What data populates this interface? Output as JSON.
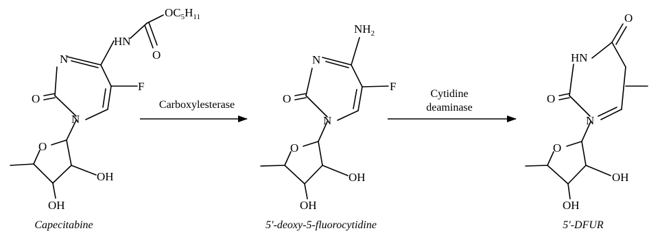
{
  "molecules": [
    {
      "name": "Capecitabine",
      "atoms": {
        "carbamate_o_group": "OC",
        "carbamate_o_sub1": "5",
        "carbamate_o_mid": "H",
        "carbamate_o_sub2": "11",
        "nh": "HN",
        "carbonyl_o": "O",
        "n3": "N",
        "o2": "O",
        "f": "F",
        "n1": "N",
        "ring_o": "O",
        "oh1": "OH",
        "oh2": "OH"
      }
    },
    {
      "name": "5'-deoxy-5-fluorocytidine",
      "atoms": {
        "nh2": "NH",
        "nh2_sub": "2",
        "n3": "N",
        "o2": "O",
        "f": "F",
        "n1": "N",
        "ring_o": "O",
        "oh1": "OH",
        "oh2": "OH"
      }
    },
    {
      "name": "5'-DFUR",
      "atoms": {
        "o4": "O",
        "hn": "HN",
        "o2": "O",
        "n1": "N",
        "ring_o": "O",
        "oh1": "OH",
        "oh2": "OH"
      }
    }
  ],
  "reactions": [
    {
      "enzyme_line1": "Carboxylesterase",
      "enzyme_line2": ""
    },
    {
      "enzyme_line1": "Cytidine",
      "enzyme_line2": "deaminase"
    }
  ]
}
